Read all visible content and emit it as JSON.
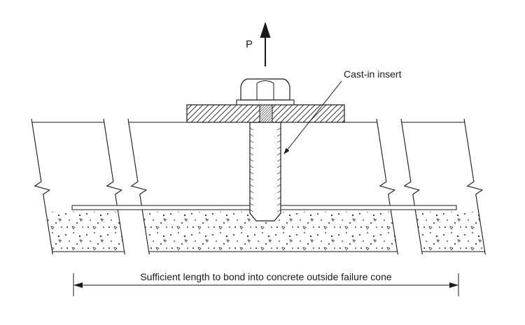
{
  "diagram": {
    "type": "engineering-section-detail",
    "labels": {
      "force_label": "P",
      "callout": "Cast-in insert",
      "dimension_note": "Sufficient length to bond into concrete outside failure cone"
    },
    "colors": {
      "line": "#1a1a1a",
      "background": "#ffffff"
    }
  }
}
